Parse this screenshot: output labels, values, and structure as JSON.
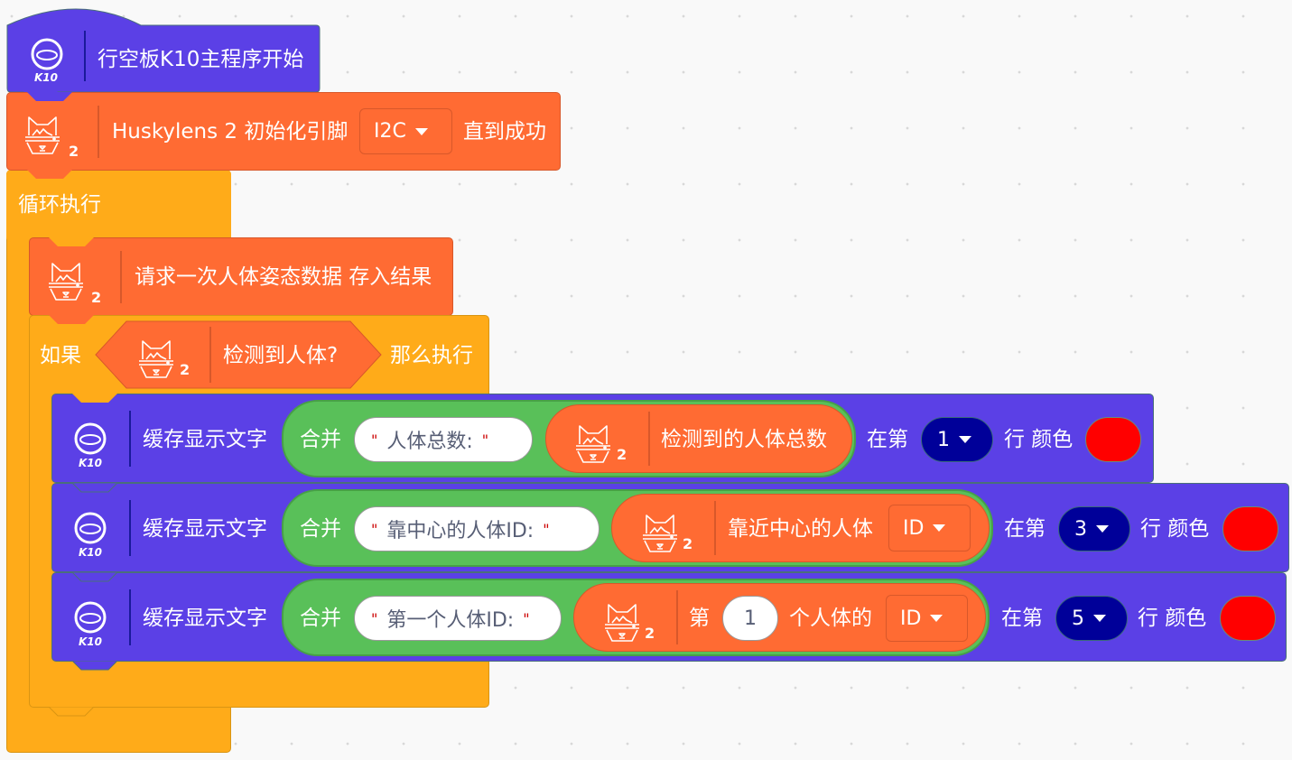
{
  "workspace": {
    "hat_block": {
      "icon": "k10-board-icon",
      "icon_caption": "K10",
      "label": "行空板K10主程序开始",
      "color": "#5b40e6"
    },
    "init_block": {
      "icon": "huskylens-2-icon",
      "icon_badge": "2",
      "label": "Huskylens 2 初始化引脚",
      "pin_dropdown": "I2C",
      "suffix": "直到成功",
      "color": "#ff6b33"
    },
    "forever_block": {
      "label": "循环执行",
      "color": "#ffab19"
    },
    "request_block": {
      "icon_badge": "2",
      "label": "请求一次人体姿态数据 存入结果"
    },
    "if_block": {
      "prefix": "如果",
      "condition": {
        "icon_badge": "2",
        "label": "检测到人体?"
      },
      "suffix": "那么执行"
    },
    "display_blocks": [
      {
        "icon_caption": "K10",
        "label": "缓存显示文字",
        "join_label": "合并",
        "string_value": "人体总数:",
        "reporter": {
          "icon_badge": "2",
          "label": "检测到的人体总数"
        },
        "row_label": "在第",
        "row_value": "1",
        "color_label": "行 颜色",
        "color_value": "#ff0000"
      },
      {
        "icon_caption": "K10",
        "label": "缓存显示文字",
        "join_label": "合并",
        "string_value": "靠中心的人体ID:",
        "reporter": {
          "icon_badge": "2",
          "label": "靠近中心的人体",
          "dropdown": "ID"
        },
        "row_label": "在第",
        "row_value": "3",
        "color_label": "行 颜色",
        "color_value": "#ff0000"
      },
      {
        "icon_caption": "K10",
        "label": "缓存显示文字",
        "join_label": "合并",
        "string_value": "第一个人体ID:",
        "reporter": {
          "icon_badge": "2",
          "prefix": "第",
          "index_value": "1",
          "label": "个人体的",
          "dropdown": "ID"
        },
        "row_label": "在第",
        "row_value": "5",
        "color_label": "行 颜色",
        "color_value": "#ff0000"
      }
    ]
  }
}
